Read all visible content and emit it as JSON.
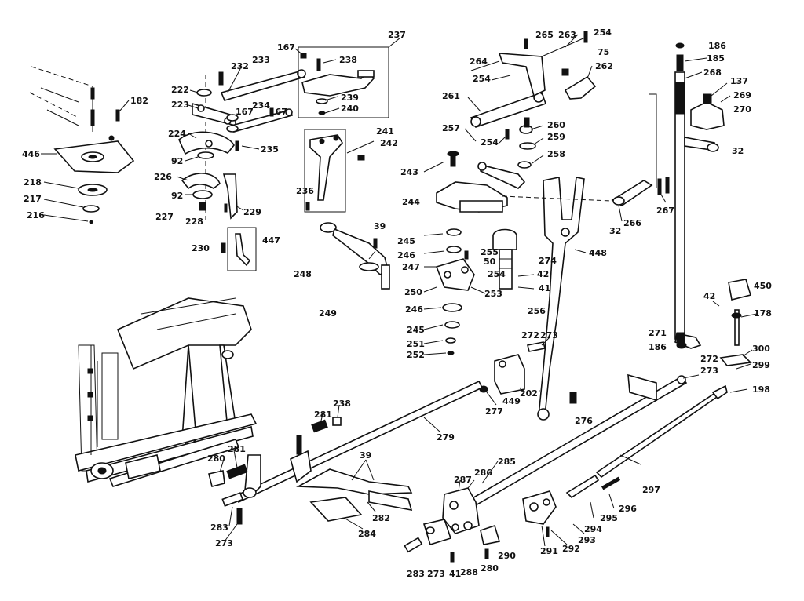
{
  "callouts": [
    {
      "id": "c167a",
      "text": "167"
    },
    {
      "id": "c232",
      "text": "232"
    },
    {
      "id": "c233",
      "text": "233"
    },
    {
      "id": "c237",
      "text": "237"
    },
    {
      "id": "c238",
      "text": "238"
    },
    {
      "id": "c239",
      "text": "239"
    },
    {
      "id": "c240",
      "text": "240"
    },
    {
      "id": "c222",
      "text": "222"
    },
    {
      "id": "c223",
      "text": "223"
    },
    {
      "id": "c167b",
      "text": "167"
    },
    {
      "id": "c234",
      "text": "234"
    },
    {
      "id": "c167c",
      "text": "167"
    },
    {
      "id": "c224",
      "text": "224"
    },
    {
      "id": "c235",
      "text": "235"
    },
    {
      "id": "c92a",
      "text": "92"
    },
    {
      "id": "c226",
      "text": "226"
    },
    {
      "id": "c92b",
      "text": "92"
    },
    {
      "id": "c227",
      "text": "227"
    },
    {
      "id": "c228",
      "text": "228"
    },
    {
      "id": "c229",
      "text": "229"
    },
    {
      "id": "c241",
      "text": "241"
    },
    {
      "id": "c242",
      "text": "242"
    },
    {
      "id": "c236",
      "text": "236"
    },
    {
      "id": "c230",
      "text": "230"
    },
    {
      "id": "c447",
      "text": "447"
    },
    {
      "id": "c182",
      "text": "182"
    },
    {
      "id": "c446",
      "text": "446"
    },
    {
      "id": "c218",
      "text": "218"
    },
    {
      "id": "c217",
      "text": "217"
    },
    {
      "id": "c216",
      "text": "216"
    },
    {
      "id": "c265",
      "text": "265"
    },
    {
      "id": "c263",
      "text": "263"
    },
    {
      "id": "c254a",
      "text": "254"
    },
    {
      "id": "c264",
      "text": "264"
    },
    {
      "id": "c75",
      "text": "75"
    },
    {
      "id": "c254b",
      "text": "254"
    },
    {
      "id": "c262",
      "text": "262"
    },
    {
      "id": "c261",
      "text": "261"
    },
    {
      "id": "c260",
      "text": "260"
    },
    {
      "id": "c257",
      "text": "257"
    },
    {
      "id": "c259",
      "text": "259"
    },
    {
      "id": "c254c",
      "text": "254"
    },
    {
      "id": "c258",
      "text": "258"
    },
    {
      "id": "c243",
      "text": "243"
    },
    {
      "id": "c244",
      "text": "244"
    },
    {
      "id": "c39a",
      "text": "39"
    },
    {
      "id": "c245a",
      "text": "245"
    },
    {
      "id": "c246a",
      "text": "246"
    },
    {
      "id": "c255",
      "text": "255"
    },
    {
      "id": "c50",
      "text": "50"
    },
    {
      "id": "c247",
      "text": "247"
    },
    {
      "id": "c254d",
      "text": "254"
    },
    {
      "id": "c248",
      "text": "248"
    },
    {
      "id": "c42a",
      "text": "42"
    },
    {
      "id": "c274",
      "text": "274"
    },
    {
      "id": "c41a",
      "text": "41"
    },
    {
      "id": "c250",
      "text": "250"
    },
    {
      "id": "c253",
      "text": "253"
    },
    {
      "id": "c256",
      "text": "256"
    },
    {
      "id": "c249",
      "text": "249"
    },
    {
      "id": "c246b",
      "text": "246"
    },
    {
      "id": "c245b",
      "text": "245"
    },
    {
      "id": "c251",
      "text": "251"
    },
    {
      "id": "c252",
      "text": "252"
    },
    {
      "id": "c448",
      "text": "448"
    },
    {
      "id": "c186a",
      "text": "186"
    },
    {
      "id": "c185",
      "text": "185"
    },
    {
      "id": "c268",
      "text": "268"
    },
    {
      "id": "c137",
      "text": "137"
    },
    {
      "id": "c269",
      "text": "269"
    },
    {
      "id": "c270",
      "text": "270"
    },
    {
      "id": "c32a",
      "text": "32"
    },
    {
      "id": "c267",
      "text": "267"
    },
    {
      "id": "c266",
      "text": "266"
    },
    {
      "id": "c32b",
      "text": "32"
    },
    {
      "id": "c450",
      "text": "450"
    },
    {
      "id": "c42b",
      "text": "42"
    },
    {
      "id": "c178",
      "text": "178"
    },
    {
      "id": "c271",
      "text": "271"
    },
    {
      "id": "c186b",
      "text": "186"
    },
    {
      "id": "c300",
      "text": "300"
    },
    {
      "id": "c272a",
      "text": "272"
    },
    {
      "id": "c273a",
      "text": "273"
    },
    {
      "id": "c272b",
      "text": "272"
    },
    {
      "id": "c273b",
      "text": "273"
    },
    {
      "id": "c299",
      "text": "299"
    },
    {
      "id": "c198",
      "text": "198"
    },
    {
      "id": "c202",
      "text": "202'"
    },
    {
      "id": "c449",
      "text": "449"
    },
    {
      "id": "c277",
      "text": "277"
    },
    {
      "id": "c276",
      "text": "276"
    },
    {
      "id": "c281a",
      "text": "281"
    },
    {
      "id": "c238b",
      "text": "238"
    },
    {
      "id": "c279",
      "text": "279"
    },
    {
      "id": "c280a",
      "text": "280"
    },
    {
      "id": "c281b",
      "text": "281"
    },
    {
      "id": "c39b",
      "text": "39"
    },
    {
      "id": "c282",
      "text": "282"
    },
    {
      "id": "c283a",
      "text": "283"
    },
    {
      "id": "c273c",
      "text": "273"
    },
    {
      "id": "c284",
      "text": "284"
    },
    {
      "id": "c285",
      "text": "285"
    },
    {
      "id": "c287",
      "text": "287"
    },
    {
      "id": "c286",
      "text": "286"
    },
    {
      "id": "c297",
      "text": "297"
    },
    {
      "id": "c295",
      "text": "295"
    },
    {
      "id": "c296",
      "text": "296"
    },
    {
      "id": "c294",
      "text": "294"
    },
    {
      "id": "c293",
      "text": "293"
    },
    {
      "id": "c291",
      "text": "291"
    },
    {
      "id": "c292",
      "text": "292"
    },
    {
      "id": "c290",
      "text": "290"
    },
    {
      "id": "c280b",
      "text": "280"
    },
    {
      "id": "c288",
      "text": "288"
    },
    {
      "id": "c41b",
      "text": "41"
    },
    {
      "id": "c273d",
      "text": "273"
    },
    {
      "id": "c283b",
      "text": "283"
    }
  ]
}
